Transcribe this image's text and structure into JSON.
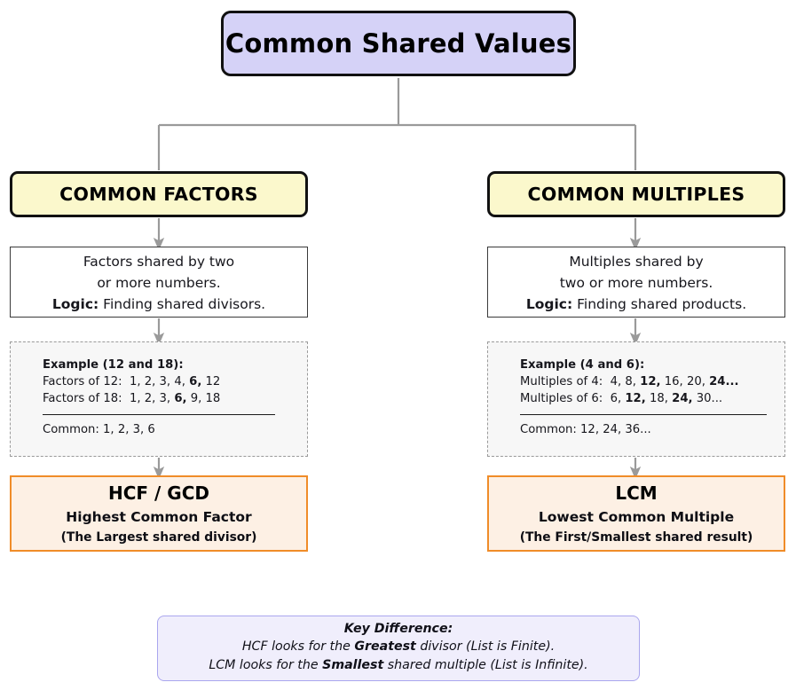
{
  "title": {
    "text": "Common Shared Values"
  },
  "branches": [
    {
      "id": "common-factors",
      "head": "COMMON FACTORS",
      "description": {
        "line1": "Factors shared by two",
        "line2": "or more numbers.",
        "logic_label": "Logic:",
        "logic_text": "Finding shared divisors."
      },
      "example": {
        "title": "Example (12 and 18):",
        "rows": [
          {
            "label": "Factors of 12:",
            "items": [
              "1,",
              "2,",
              "3,",
              "4,",
              "6,",
              "12"
            ],
            "bold_items": [
              "6,"
            ]
          },
          {
            "label": "Factors of 18:",
            "items": [
              "1,",
              "2,",
              "3,",
              "6,",
              "9,",
              "18"
            ],
            "bold_items": [
              "6,"
            ]
          }
        ],
        "result_label": "Common:",
        "result_text": "1, 2, 3, 6"
      },
      "result": {
        "title": "HCF / GCD",
        "subtitle": "Highest Common Factor",
        "note": "(The Largest shared divisor)"
      }
    },
    {
      "id": "common-multiples",
      "head": "COMMON MULTIPLES",
      "description": {
        "line1": "Multiples shared by",
        "line2": "two or more numbers.",
        "logic_label": "Logic:",
        "logic_text": "Finding shared products."
      },
      "example": {
        "title": "Example (4 and 6):",
        "rows": [
          {
            "label": "Multiples of 4:",
            "items": [
              "4,",
              "8,",
              "12,",
              "16,",
              "20,",
              "24..."
            ],
            "bold_items": [
              "12,",
              "24..."
            ]
          },
          {
            "label": "Multiples of 6:",
            "items": [
              "6,",
              "12,",
              "18,",
              "24,",
              "30..."
            ],
            "bold_items": [
              "12,",
              "24,"
            ]
          }
        ],
        "result_label": "Common:",
        "result_text": "12, 24, 36..."
      },
      "result": {
        "title": "LCM",
        "subtitle": "Lowest Common Multiple",
        "note": "(The First/Smallest shared result)"
      }
    }
  ],
  "key_difference": {
    "title": "Key Difference:",
    "line1_pre": "HCF looks for the ",
    "line1_bold": "Greatest",
    "line1_post": " divisor (List is Finite).",
    "line2_pre": "LCM looks for the ",
    "line2_bold": "Smallest",
    "line2_post": " shared multiple (List is Infinite)."
  },
  "colors": {
    "title_fill": "#d5d2f7",
    "branch_fill": "#fbf8cc",
    "example_fill": "#f7f7f7",
    "result_fill": "#fdf0e4",
    "result_border": "#f08c28",
    "keydiff_fill": "#f0eefc",
    "keydiff_border": "#aaa6ee",
    "connector": "#9a9a9a"
  },
  "connectors": [
    {
      "name": "title-to-split"
    },
    {
      "name": "split-to-left-branch"
    },
    {
      "name": "split-to-right-branch"
    },
    {
      "name": "left-head-to-desc"
    },
    {
      "name": "left-desc-to-example"
    },
    {
      "name": "left-example-to-result"
    },
    {
      "name": "right-head-to-desc"
    },
    {
      "name": "right-desc-to-example"
    },
    {
      "name": "right-example-to-result"
    }
  ]
}
